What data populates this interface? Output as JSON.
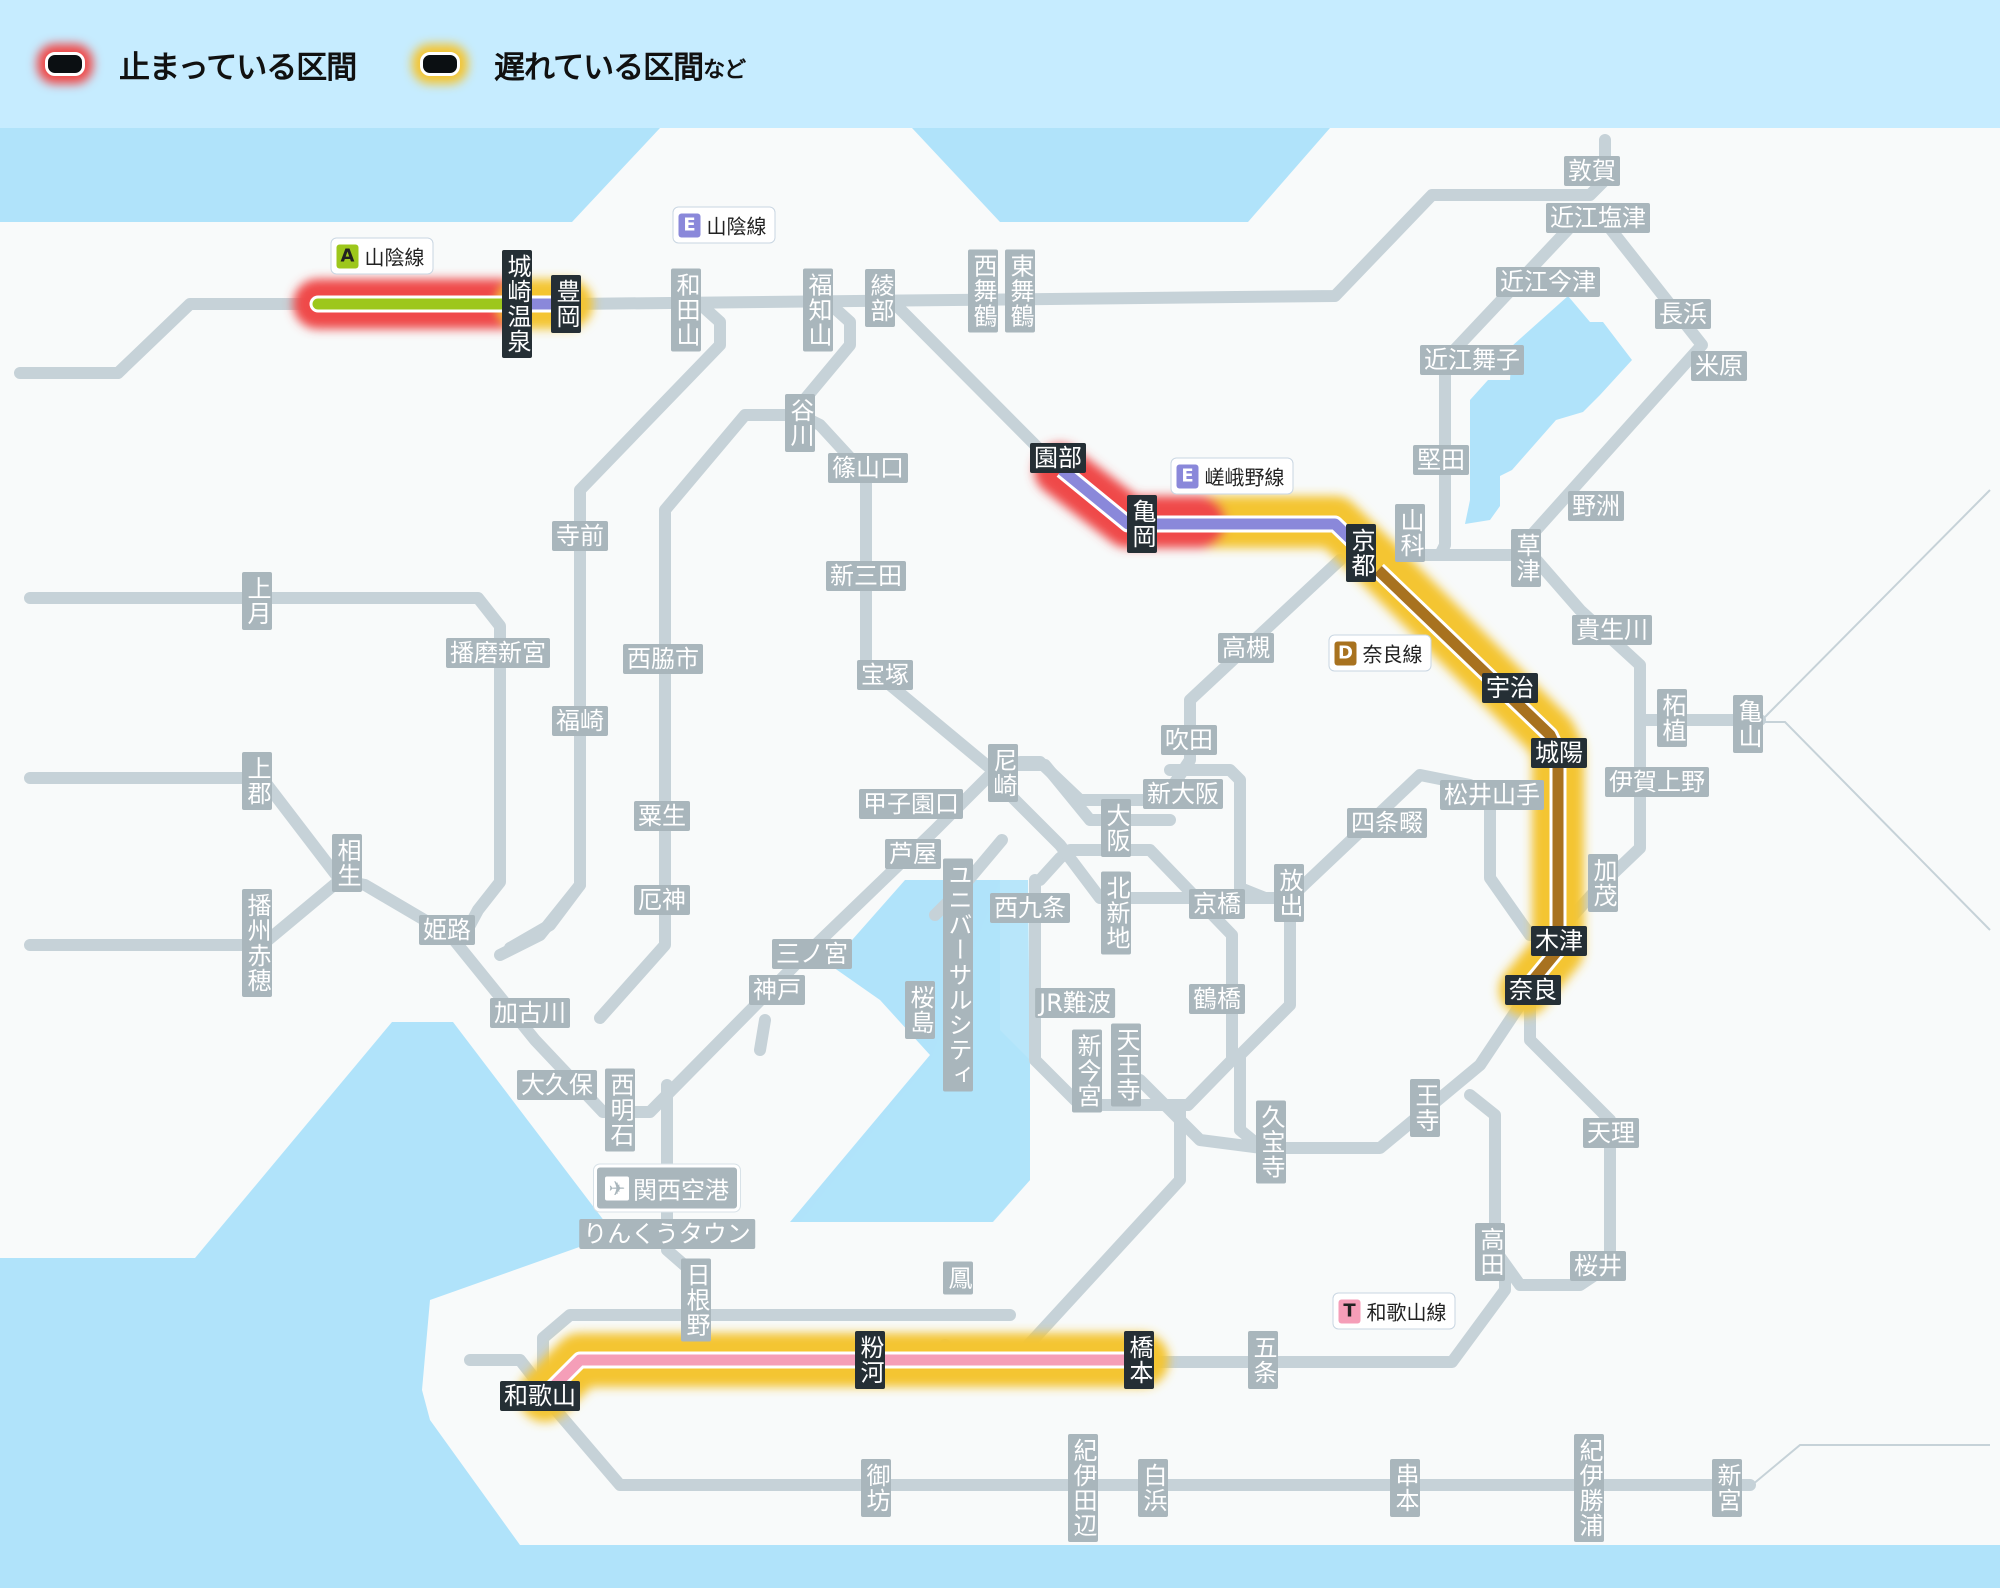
{
  "legend": {
    "stopped": {
      "label": "止まっている区間",
      "color": "#ef4a4a"
    },
    "delayed": {
      "label": "遅れている区間",
      "suffix": "など",
      "color": "#f4c533"
    }
  },
  "colors": {
    "water": "#b0e3fa",
    "land": "#f8fafa",
    "track": "#c6d2d8",
    "station_bg": "#a9b6bc",
    "station_highlight_bg": "#252f35"
  },
  "line_tags": [
    {
      "code": "A",
      "name": "山陰線",
      "color": "#9dc71c"
    },
    {
      "code": "E",
      "name": "山陰線",
      "color": "#8a88da"
    },
    {
      "code": "E",
      "name": "嵯峨野線",
      "color": "#8a88da"
    },
    {
      "code": "D",
      "name": "奈良線",
      "color": "#a8721f"
    },
    {
      "code": "T",
      "name": "和歌山線",
      "color": "#f59eb8"
    }
  ],
  "airport": {
    "icon": "airplane-icon",
    "name": "関西空港"
  },
  "stations": {
    "kinosaki": "城崎温泉",
    "toyooka": "豊岡",
    "wadayama": "和田山",
    "fukuchiyama": "福知山",
    "ayabe": "綾部",
    "nishimaizuru": "西舞鶴",
    "higashimaizuru": "東舞鶴",
    "tsuruga": "敦賀",
    "omishiotsu": "近江塩津",
    "omiimazu": "近江今津",
    "nagahama": "長浜",
    "omimaiko": "近江舞子",
    "maibara": "米原",
    "katata": "堅田",
    "yasu": "野洲",
    "yamashina": "山科",
    "kusatsu": "草津",
    "kyoto": "京都",
    "sonobe": "園部",
    "kameoka": "亀岡",
    "tanikawa": "谷川",
    "sasayamaguchi": "篠山口",
    "shinsanda": "新三田",
    "takarazuka": "宝塚",
    "teramae": "寺前",
    "kozuki": "上月",
    "harimashingu": "播磨新宮",
    "nishiwakishi": "西脇市",
    "fukusaki": "福崎",
    "kamigori": "上郡",
    "aioi": "相生",
    "banshuako": "播州赤穂",
    "himeji": "姫路",
    "ao": "粟生",
    "yakujin": "厄神",
    "kakogawa": "加古川",
    "okubo": "大久保",
    "nishiakashi": "西明石",
    "sannomiya": "三ノ宮",
    "kobe": "神戸",
    "ashiya": "芦屋",
    "koshienguchi": "甲子園口",
    "amagasaki": "尼崎",
    "takatsuki": "高槻",
    "suita": "吹田",
    "shinosaka": "新大阪",
    "osaka": "大阪",
    "kitashinchi": "北新地",
    "nishikujo": "西九条",
    "usj": "ユニバーサルシティ",
    "sakurajima": "桜島",
    "kyobashi": "京橋",
    "hanaten": "放出",
    "tsuruhashi": "鶴橋",
    "jrnamba": "JR難波",
    "shinimamiya": "新今宮",
    "tennoji": "天王寺",
    "kyuhoji": "久宝寺",
    "oji": "王寺",
    "shijonawate": "四条畷",
    "matsuiyamate": "松井山手",
    "uji": "宇治",
    "joyo": "城陽",
    "kizu": "木津",
    "nara": "奈良",
    "kamo": "加茂",
    "kibukawa": "貴生川",
    "tsuge": "柘植",
    "kameyama": "亀山",
    "igaueno": "伊賀上野",
    "tenri": "天理",
    "sakurai": "桜井",
    "takada": "高田",
    "gojo": "五条",
    "hashimoto": "橋本",
    "kokawa": "粉河",
    "wakayama": "和歌山",
    "hineno": "日根野",
    "rinku": "りんくうタウン",
    "otori": "鳳",
    "gobo": "御坊",
    "kiitanabe": "紀伊田辺",
    "shirahama": "白浜",
    "kushimoto": "串本",
    "kiikatsuura": "紀伊勝浦",
    "shingu": "新宮"
  }
}
